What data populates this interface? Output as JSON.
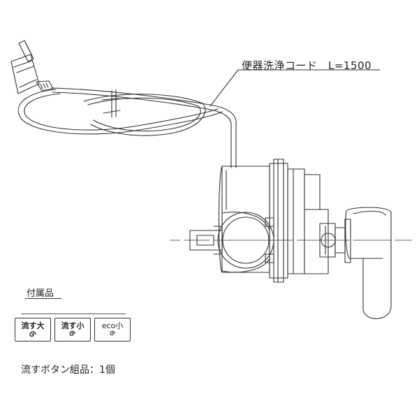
{
  "cord": {
    "label": "便器洗浄コード　L=1500"
  },
  "accessories": {
    "title": "付属品",
    "buttons": [
      {
        "text": "流す大",
        "icon": "swirl-large-icon"
      },
      {
        "text": "流す小",
        "icon": "swirl-small-icon"
      },
      {
        "text": "eco小",
        "icon": "swirl-eco-icon"
      }
    ],
    "note": "流すボタン組品：1個"
  }
}
